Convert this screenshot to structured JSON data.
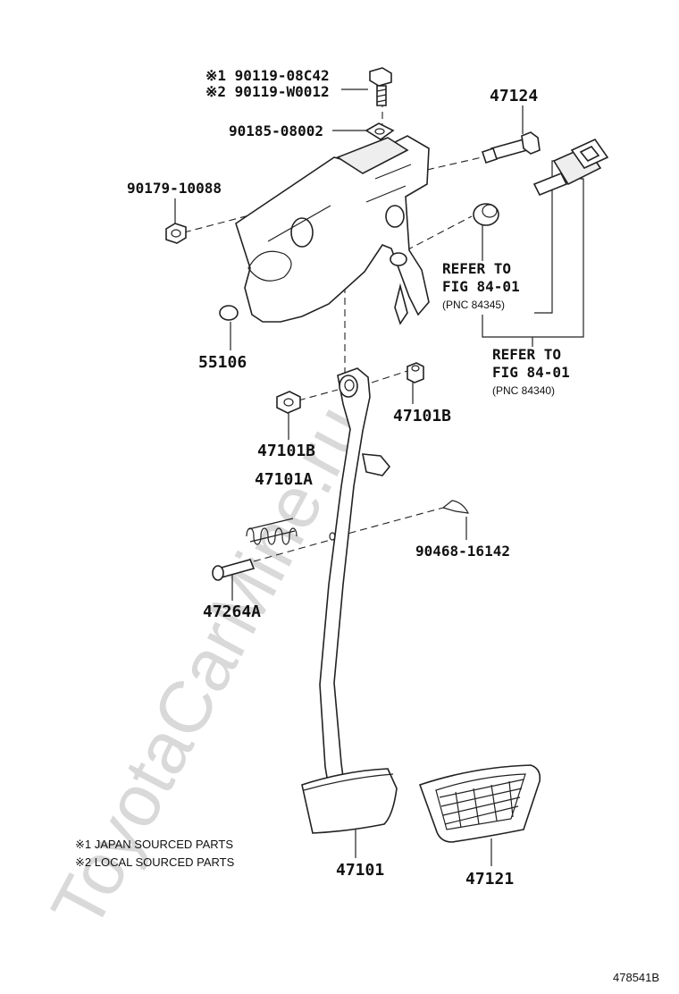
{
  "labels": {
    "bolt_j": "※1 90119-08C42",
    "bolt_l": "※2 90119-W0012",
    "clip": "90185-08002",
    "nut": "90179-10088",
    "bolt_47124": "47124",
    "bracket": "55106",
    "bush_left": "47101B",
    "bush_right": "47101B",
    "spring": "47101A",
    "pin": "47264A",
    "cotter": "90468-16142",
    "pedal": "47101",
    "pad": "47121"
  },
  "refer1": {
    "line1": "REFER TO",
    "line2": "FIG 84-01",
    "line3": "(PNC 84345)"
  },
  "refer2": {
    "line1": "REFER TO",
    "line2": "FIG 84-01",
    "line3": "(PNC 84340)"
  },
  "notes": {
    "n1": "※1 JAPAN SOURCED PARTS",
    "n2": "※2 LOCAL SOURCED PARTS"
  },
  "figure_id": "478541B",
  "watermark": "ToyotaCarMine.ru"
}
